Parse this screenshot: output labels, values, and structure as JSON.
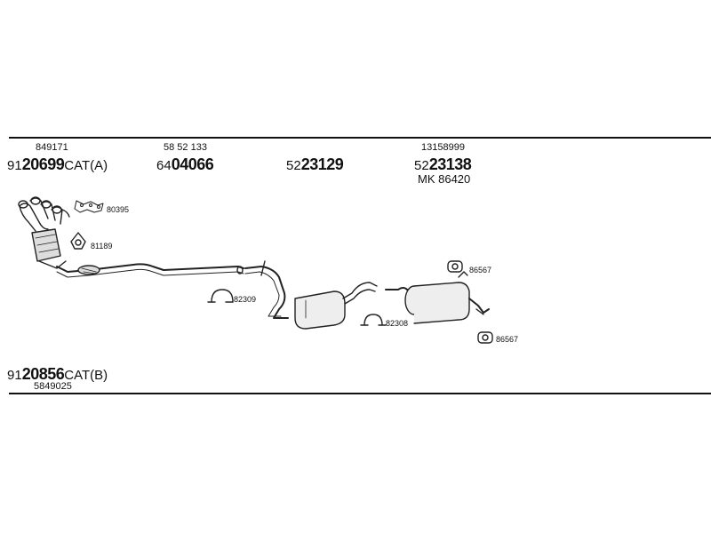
{
  "parts": {
    "manifold_cat_a": {
      "ref": "849171",
      "prefix": "91",
      "main": "20699",
      "suffix": "CAT(A)"
    },
    "front_pipe": {
      "ref": "58 52 133",
      "prefix": "64",
      "main": "04066",
      "suffix": ""
    },
    "middle_silencer": {
      "prefix": "52",
      "main": "23129",
      "suffix": ""
    },
    "rear_silencer": {
      "ref": "13158999",
      "prefix": "52",
      "main": "23138",
      "suffix": "",
      "kit": "MK  86420"
    },
    "cat_b": {
      "prefix": "91",
      "main": "20856",
      "suffix": "CAT(B)",
      "ref": "5849025"
    }
  },
  "accessories": {
    "gasket_set": "80395",
    "gasket": "81189",
    "clamp_front": "82309",
    "clamp_rear": "82308",
    "rubber_mount_top": "86567",
    "rubber_mount_bottom": "86567"
  }
}
